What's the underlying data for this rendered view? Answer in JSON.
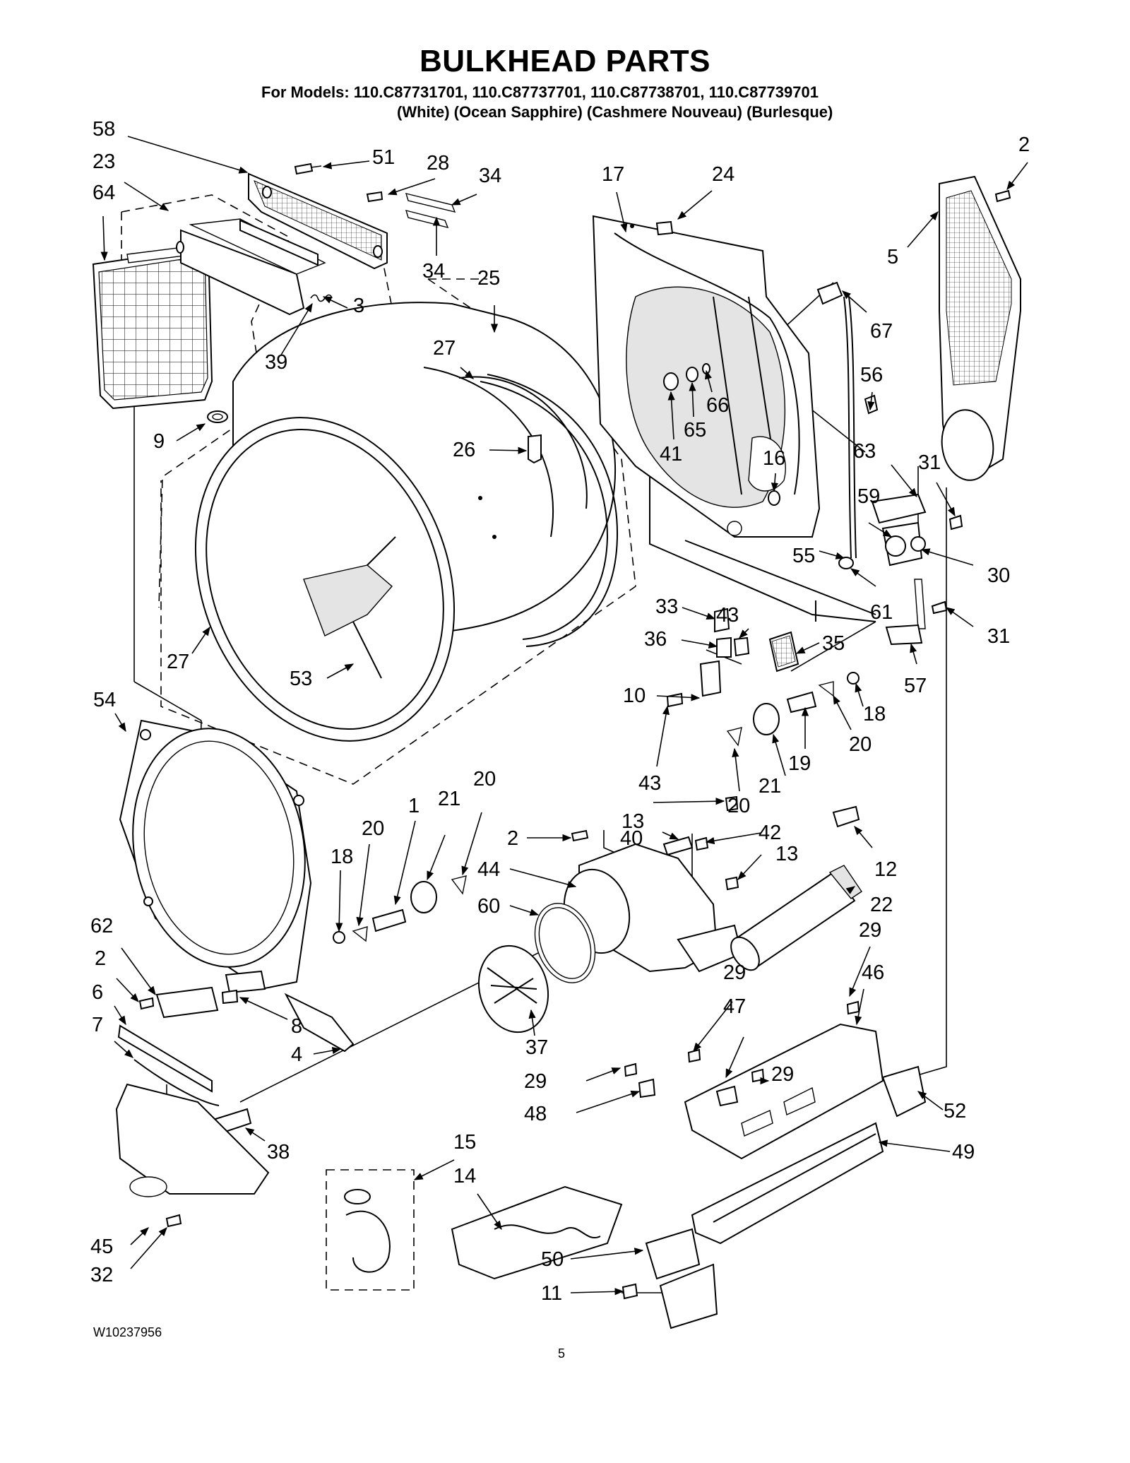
{
  "header": {
    "title": "BULKHEAD PARTS",
    "models_line": "For Models: 110.C87731701, 110.C87737701, 110.C87738701, 110.C87739701",
    "colors_line": "(White) (Ocean Sapphire) (Cashmere Nouveau) (Burlesque)"
  },
  "footer": {
    "doc_number": "W10237956",
    "page_number": "5"
  },
  "callouts": {
    "c58": "58",
    "c23": "23",
    "c64": "64",
    "c51": "51",
    "c28": "28",
    "c34a": "34",
    "c34b": "34",
    "c3": "3",
    "c39": "39",
    "c25": "25",
    "c9": "9",
    "c27a": "27",
    "c26": "26",
    "c27b": "27",
    "c53": "53",
    "c17": "17",
    "c24": "24",
    "c2a": "2",
    "c5": "5",
    "c67": "67",
    "c66": "66",
    "c65": "65",
    "c41": "41",
    "c16": "16",
    "c56": "56",
    "c63": "63",
    "c31a": "31",
    "c59": "59",
    "c55": "55",
    "c30": "30",
    "c61": "61",
    "c31b": "31",
    "c57": "57",
    "c33": "33",
    "c43a": "43",
    "c36": "36",
    "c35": "35",
    "c10": "10",
    "c18a": "18",
    "c20a": "20",
    "c19": "19",
    "c21a": "21",
    "c43b": "43",
    "c20b": "20",
    "c13a": "13",
    "c42": "42",
    "c13b": "13",
    "c12": "12",
    "c22": "22",
    "c54": "54",
    "c1": "1",
    "c21b": "21",
    "c20c": "20",
    "c18b": "18",
    "c20d": "20",
    "c2b": "2",
    "c40": "40",
    "c44": "44",
    "c60": "60",
    "c62": "62",
    "c2c": "2",
    "c6": "6",
    "c7": "7",
    "c8": "8",
    "c4": "4",
    "c37": "37",
    "c29a": "29",
    "c29b": "29",
    "c47": "47",
    "c46": "46",
    "c29c": "29",
    "c29d": "29",
    "c48": "48",
    "c52": "52",
    "c49": "49",
    "c38": "38",
    "c15": "15",
    "c14": "14",
    "c45": "45",
    "c32": "32",
    "c50": "50",
    "c11": "11"
  }
}
